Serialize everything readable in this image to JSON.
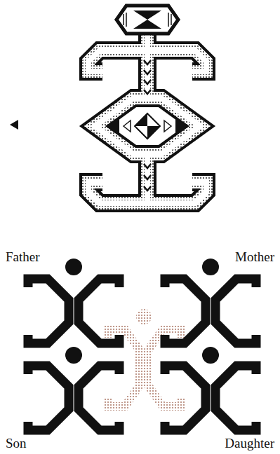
{
  "diagram": {
    "labels": [
      "Father",
      "Mother",
      "Son",
      "Daughter"
    ]
  }
}
